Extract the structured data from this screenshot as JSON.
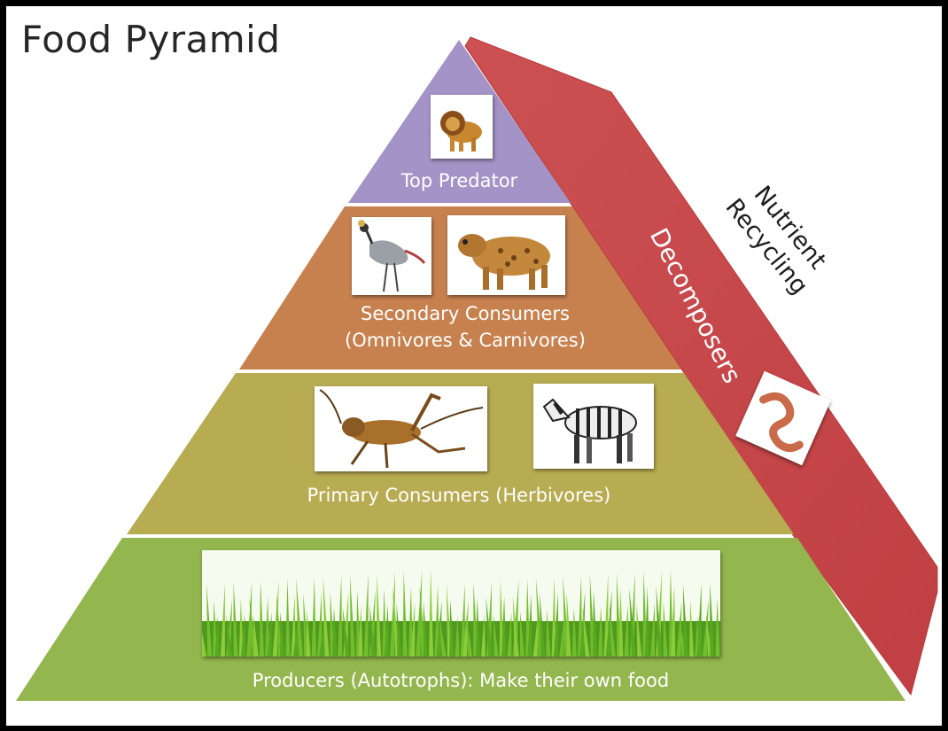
{
  "title": "Food Pyramid",
  "decomposer_band": {
    "label": "Decomposers",
    "side_label_line1": "Nutrient",
    "side_label_line2": "Recycling",
    "image": "earthworm-icon"
  },
  "levels": [
    {
      "label": "Top Predator",
      "images": [
        "lion-icon"
      ]
    },
    {
      "label_line1": "Secondary Consumers",
      "label_line2": "(Omnivores & Carnivores)",
      "images": [
        "crowned-crane-icon",
        "hyena-icon"
      ]
    },
    {
      "label": "Primary Consumers (Herbivores)",
      "images": [
        "cricket-icon",
        "zebra-icon"
      ]
    },
    {
      "label": "Producers (Autotrophs): Make their own food",
      "images": [
        "grass-icon"
      ]
    }
  ],
  "colors": {
    "background": "#ffffff",
    "frame": "#000000",
    "top_predator": "#a393c6",
    "secondary_consumers": "#c7814f",
    "primary_consumers": "#b8ac52",
    "producers": "#94b64f",
    "decomposers": "#c8494b"
  }
}
